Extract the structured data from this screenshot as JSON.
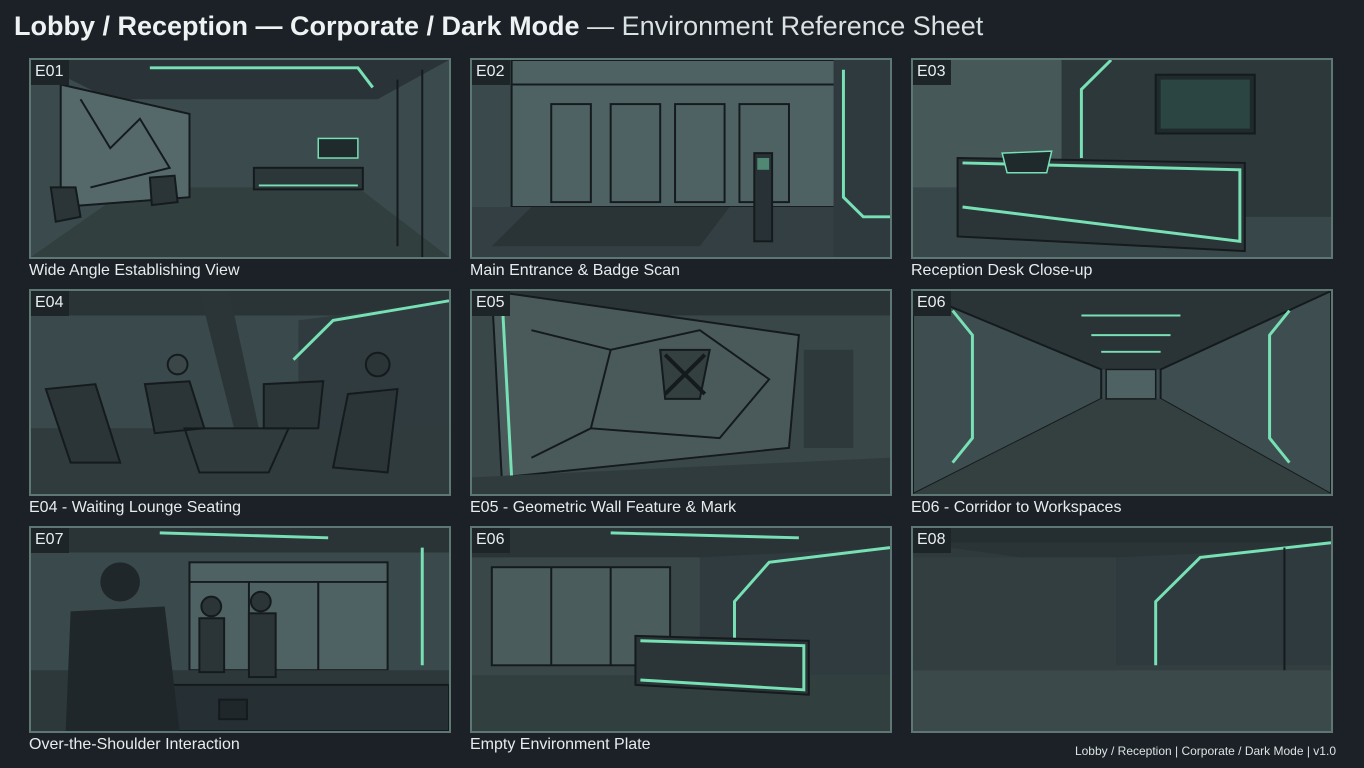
{
  "header": {
    "title_bold": "Lobby / Reception — Corporate / Dark Mode",
    "title_light": "— Environment Reference Sheet"
  },
  "panels": [
    {
      "tag": "E01",
      "caption": "Wide Angle Establishing View"
    },
    {
      "tag": "E02",
      "caption": "Main Entrance & Badge Scan"
    },
    {
      "tag": "E03",
      "caption": "Reception Desk Close-up"
    },
    {
      "tag": "E04",
      "caption": "E04 - Waiting Lounge Seating"
    },
    {
      "tag": "E05",
      "caption": "E05 - Geometric Wall Feature & Mark"
    },
    {
      "tag": "E06",
      "caption": "E06 - Corridor to Workspaces"
    },
    {
      "tag": "E07",
      "caption": "Over-the-Shoulder Interaction"
    },
    {
      "tag": "E06",
      "caption": "Empty Environment Plate"
    },
    {
      "tag": "E08",
      "caption": ""
    }
  ],
  "footer": "Lobby / Reception | Corporate / Dark Mode | v1.0",
  "colors": {
    "background": "#1b2126",
    "panel": "#39474a",
    "accent_glow": "#77e0b4",
    "frame": "#5d7874"
  }
}
